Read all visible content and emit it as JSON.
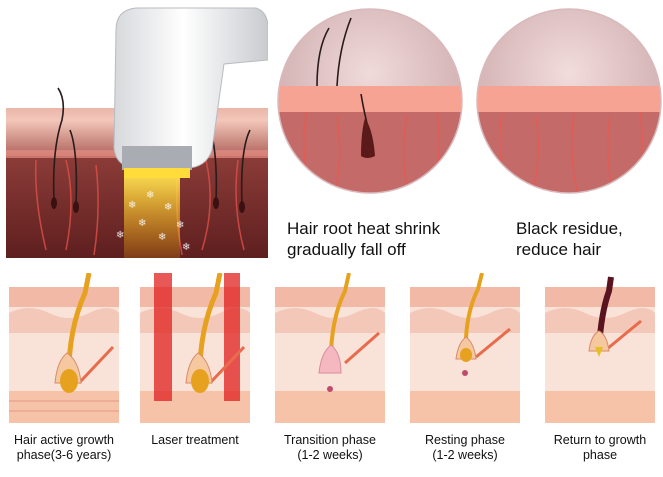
{
  "captions_top": {
    "shrink": {
      "line1": "Hair root heat shrink",
      "line2": "gradually fall off"
    },
    "residue": {
      "line1": "Black residue,",
      "line2": "reduce hair"
    }
  },
  "phases": [
    {
      "line1": "Hair active growth",
      "line2": "phase(3-6 years)"
    },
    {
      "line1": "Laser treatment",
      "line2": ""
    },
    {
      "line1": "Transition phase",
      "line2": "(1-2 weeks)"
    },
    {
      "line1": "Resting phase",
      "line2": "(1-2 weeks)"
    },
    {
      "line1": "Return to growth",
      "line2": "phase"
    }
  ],
  "colors": {
    "skin_top": "#f4c9b8",
    "skin_mid": "#f7d7cc",
    "dermis_dark": "#8a3a36",
    "laser_red": "#e0201f",
    "hair_gold": "#e6a21f",
    "hair_dark": "#5a1420"
  }
}
